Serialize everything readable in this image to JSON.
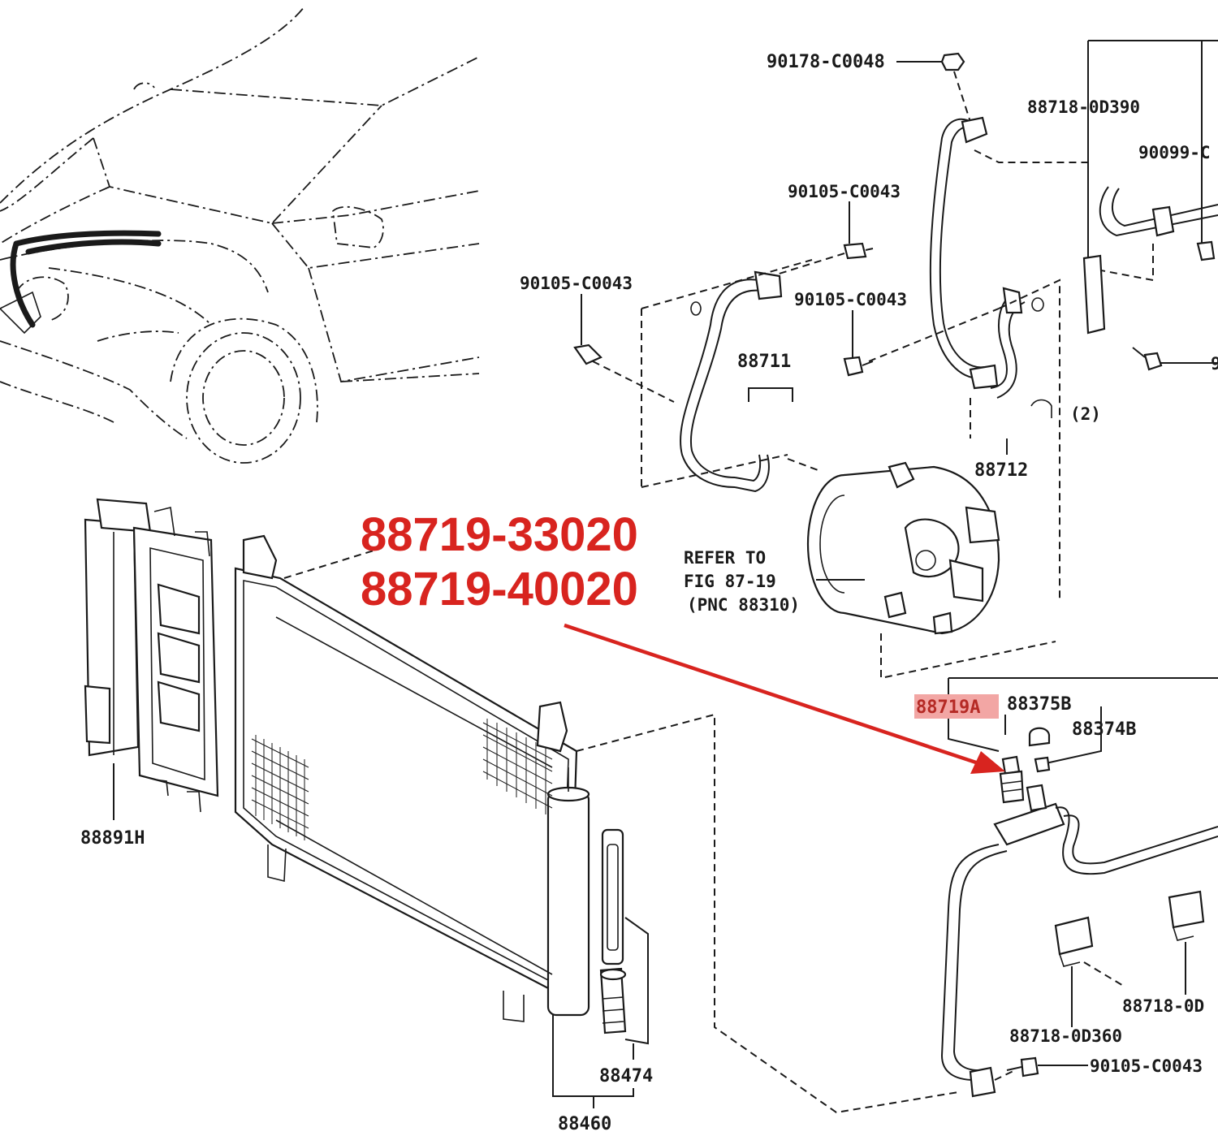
{
  "callout": {
    "part_numbers": [
      "88719-33020",
      "88719-40020"
    ],
    "highlighted_part": "88719A",
    "color": "#d8241f",
    "highlight_bg": "#f2a6a4"
  },
  "labels": {
    "p90178_c0048": "90178-C0048",
    "p88718_0d390": "88718-0D390",
    "p90099_cut": "90099-C",
    "p90105_top": "90105-C0043",
    "p90105_left": "90105-C0043",
    "p90105_mid": "90105-C0043",
    "p88711": "88711",
    "p88712": "88712",
    "qty2": "(2)",
    "refer_line1": "REFER TO",
    "refer_line2": "FIG 87-19",
    "refer_line3": "(PNC 88310)",
    "p88375b": "88375B",
    "p88374b": "88374B",
    "p88891h": "88891H",
    "p88474": "88474",
    "p88460": "88460",
    "p88718_0d360": "88718-0D360",
    "p88718_0d_cut": "88718-0D",
    "p90105_bottom": "90105-C0043",
    "cut_9": "9"
  },
  "icons": {
    "car": "car-front-outline-icon",
    "compressor": "ac-compressor-icon",
    "condenser": "condenser-icon",
    "fan_shroud": "fan-shroud-icon",
    "receiver": "receiver-dryer-icon",
    "pressure_switch": "pressure-switch-icon",
    "arrow": "red-arrow-icon"
  }
}
